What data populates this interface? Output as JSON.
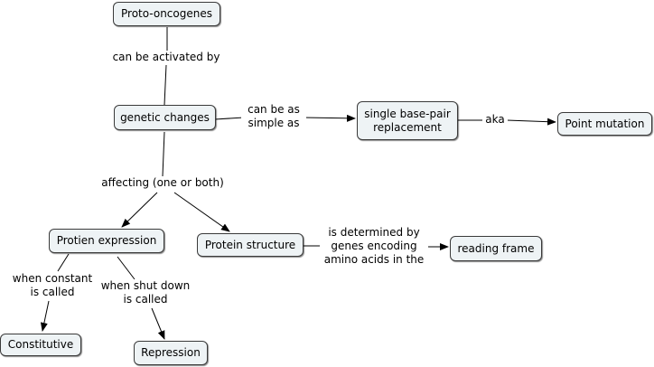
{
  "nodes": {
    "proto_oncogenes": "Proto-oncogenes",
    "genetic_changes": "genetic changes",
    "single_base_pair": "single base-pair\nreplacement",
    "point_mutation": "Point mutation",
    "protien_expression": "Protien expression",
    "protein_structure": "Protein structure",
    "reading_frame": "reading frame",
    "constitutive": "Constitutive",
    "repression": "Repression"
  },
  "links": {
    "can_be_activated_by": "can be activated by",
    "can_be_as_simple_as": "can be as\nsimple as",
    "aka": "aka",
    "affecting": "affecting (one or both)",
    "is_determined_by": "is determined by\ngenes encoding\namino acids in the",
    "when_constant": "when constant\nis called",
    "when_shut_down": "when shut down\nis called"
  }
}
